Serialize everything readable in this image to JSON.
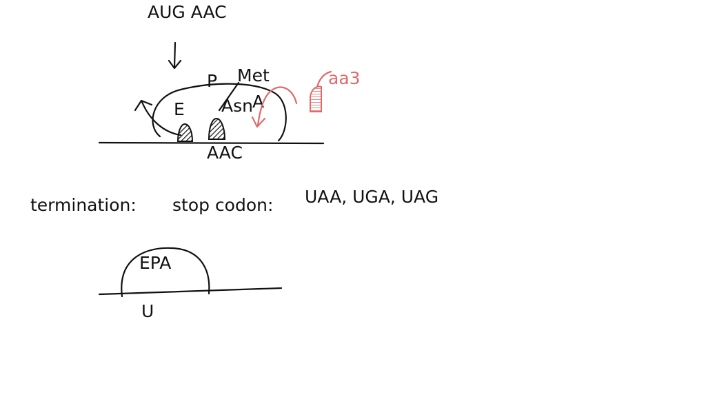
{
  "colors": {
    "ink": "#111111",
    "annotation": "#e06a6a",
    "background": "#ffffff"
  },
  "elongation": {
    "mrna_codons": "AUG AAC",
    "site_p": "P",
    "site_e": "E",
    "site_a": "A",
    "amino_acid_met": "Met",
    "amino_acid_asn": "Asn",
    "anticodon": "AAC",
    "incoming_trna_label": "aa3"
  },
  "termination": {
    "label": "termination:",
    "stop_codon_label": "stop codon:",
    "stop_codons": "UAA, UGA, UAG",
    "ribosome_sites": "EPA",
    "mrna_base": "U"
  }
}
